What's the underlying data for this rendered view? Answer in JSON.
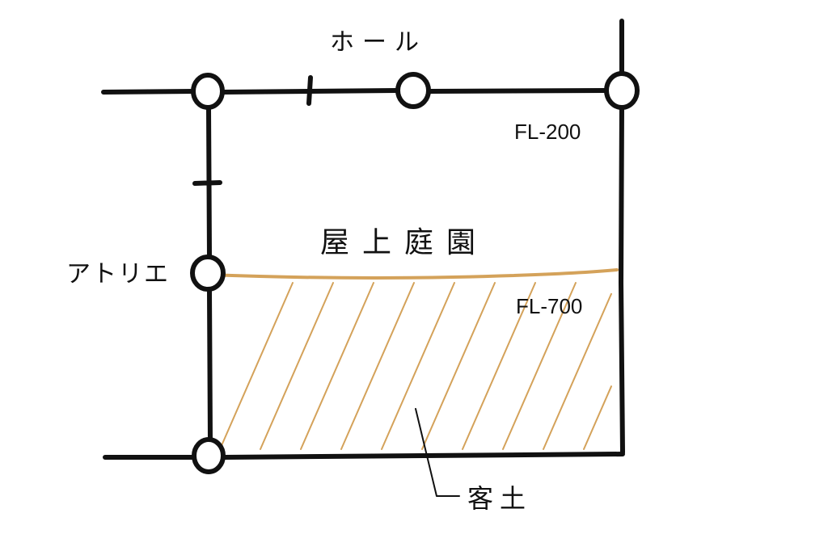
{
  "labels": {
    "hall": "ホール",
    "atelier": "アトリエ",
    "roof_garden": "屋上庭園",
    "soil": "客土",
    "fl_upper": "FL-200",
    "fl_lower": "FL-700"
  },
  "colors": {
    "ink": "#111111",
    "soil_hatch": "#d4a25a",
    "background": "#ffffff"
  }
}
